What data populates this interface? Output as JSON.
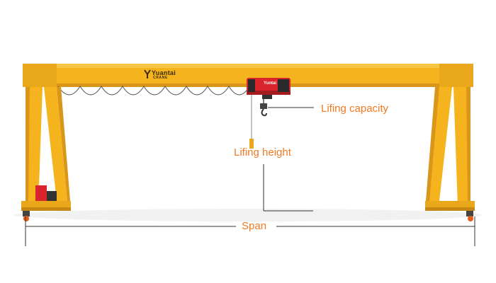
{
  "diagram": {
    "labels": {
      "capacity": "Lifing capacity",
      "height": "Lifing height",
      "span": "Span"
    },
    "logo": {
      "main": "Yuantai",
      "sub": "CRANE"
    },
    "hoist_logo": "Yuntai"
  },
  "colors": {
    "frame": "#f5b41e",
    "frame_shadow": "#d8961a",
    "hoist": "#d9252b",
    "annotation_text": "#f07a22",
    "dimension_line": "#333333"
  }
}
